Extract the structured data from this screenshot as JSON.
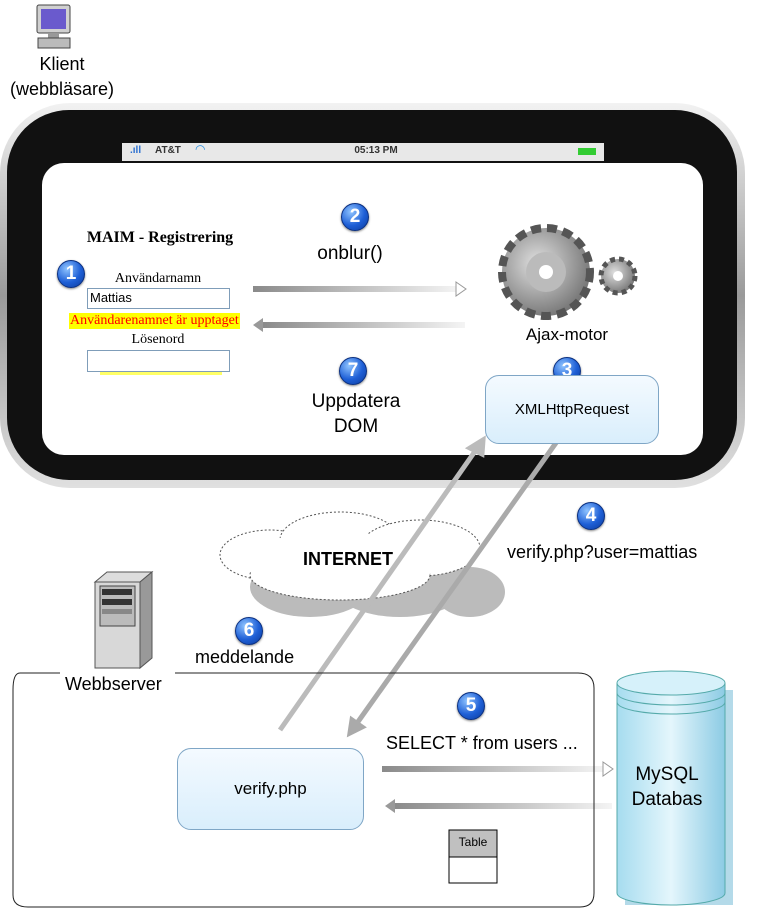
{
  "client": {
    "label": "Klient",
    "sublabel": "(webbläsare)"
  },
  "phone": {
    "carrier": "AT&T",
    "time": "05:13 PM"
  },
  "form": {
    "title": "MAIM - Registrering",
    "username_label": "Användarnamn",
    "username_value": "Mattias",
    "error_message": "Användarenamnet är upptaget",
    "password_label": "Lösenord",
    "password_value": ""
  },
  "steps": {
    "s1": "1",
    "s2": "2",
    "s3": "3",
    "s4": "4",
    "s5": "5",
    "s6": "6",
    "s7": "7"
  },
  "labels": {
    "onblur": "onblur()",
    "ajax_engine": "Ajax-motor",
    "xhr": "XMLHttpRequest",
    "update_dom_1": "Uppdatera",
    "update_dom_2": "DOM",
    "internet": "INTERNET",
    "request": "verify.php?user=mattias",
    "message": "meddelande",
    "webserver": "Webbserver",
    "query": "SELECT * from users ...",
    "verify": "verify.php",
    "db_1": "MySQL",
    "db_2": "Databas",
    "table": "Table"
  },
  "colors": {
    "badge": "#1e5fd6",
    "error_bg": "#ffff00",
    "error_text": "#ff0000",
    "box_fill": "#e3f3fd"
  }
}
